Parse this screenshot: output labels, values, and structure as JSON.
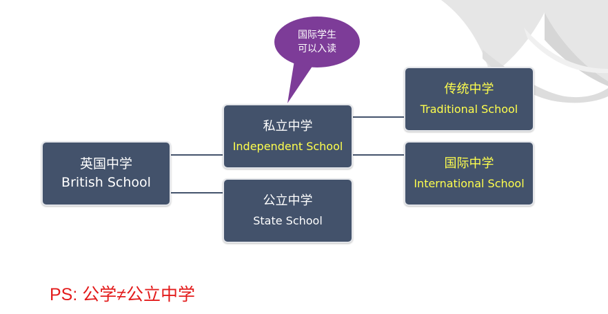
{
  "colors": {
    "box_fill": "#43526b",
    "box_border": "#e4e6ea",
    "english_label": "#ffff4d",
    "bubble_fill": "#7d3c98",
    "note_text": "#e31b1b"
  },
  "bubble": {
    "line1": "国际学生",
    "line2": "可以入读"
  },
  "nodes": {
    "british": {
      "cn": "英国中学",
      "en": "British School"
    },
    "independent": {
      "cn": "私立中学",
      "en": "Independent School"
    },
    "state": {
      "cn": "公立中学",
      "en": "State School"
    },
    "traditional": {
      "cn": "传统中学",
      "en": "Traditional School"
    },
    "international": {
      "cn": "国际中学",
      "en": "International School"
    }
  },
  "note": "PS: 公学≠公立中学"
}
